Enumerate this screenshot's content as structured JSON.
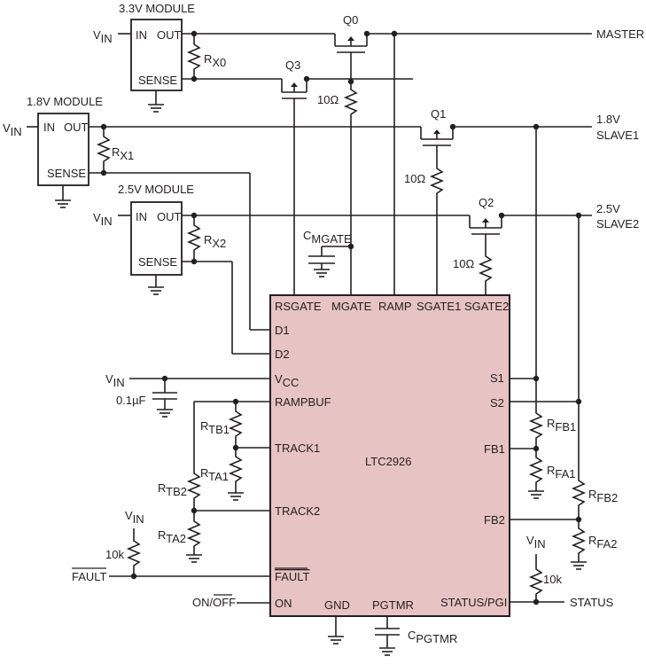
{
  "modules": {
    "m33": {
      "title": "3.3V MODULE",
      "in": "IN",
      "out": "OUT",
      "sense": "SENSE",
      "vin": "V",
      "vin_sub": "IN",
      "r": "R",
      "r_sub": "X0"
    },
    "m18": {
      "title": "1.8V MODULE",
      "in": "IN",
      "out": "OUT",
      "sense": "SENSE",
      "vin": "V",
      "vin_sub": "IN",
      "r": "R",
      "r_sub": "X1"
    },
    "m25": {
      "title": "2.5V MODULE",
      "in": "IN",
      "out": "OUT",
      "sense": "SENSE",
      "vin": "V",
      "vin_sub": "IN",
      "r": "R",
      "r_sub": "X2"
    }
  },
  "transistors": {
    "q0": "Q0",
    "q1": "Q1",
    "q2": "Q2",
    "q3": "Q3"
  },
  "gate_resistors": {
    "r0": "10Ω",
    "r1": "10Ω",
    "r2": "10Ω"
  },
  "rails": {
    "master": "MASTER",
    "slave1_v": "1.8V",
    "slave1": "SLAVE1",
    "slave2_v": "2.5V",
    "slave2": "SLAVE2"
  },
  "cmgate": {
    "c": "C",
    "sub": "MGATE"
  },
  "chip": {
    "name": "LTC2926",
    "top_pins": [
      "RSGATE",
      "MGATE",
      "RAMP",
      "SGATE1",
      "SGATE2"
    ],
    "left_pins": {
      "d1": "D1",
      "d2": "D2",
      "vcc": "V",
      "vcc_sub": "CC",
      "rampbuf": "RAMPBUF",
      "track1": "TRACK1",
      "track2": "TRACK2",
      "fault": "FAULT",
      "on": "ON"
    },
    "right_pins": {
      "s1": "S1",
      "s2": "S2",
      "fb1": "FB1",
      "fb2": "FB2",
      "status": "STATUS/PGI"
    },
    "bottom_pins": {
      "gnd": "GND",
      "pgtmr": "PGTMR"
    }
  },
  "left_side": {
    "vin": "V",
    "vin_sub": "IN",
    "cap": "0.1µF",
    "rtb1": "R",
    "rtb1_sub": "TB1",
    "rta1": "R",
    "rta1_sub": "TA1",
    "rtb2": "R",
    "rtb2_sub": "TB2",
    "rta2": "R",
    "rta2_sub": "TA2",
    "pullup_vin": "V",
    "pullup_vin_sub": "IN",
    "pullup": "10k",
    "fault_label": "FAULT",
    "onoff_on": "ON/",
    "onoff_off": "OFF"
  },
  "right_side": {
    "rfb1": "R",
    "rfb1_sub": "FB1",
    "rfa1": "R",
    "rfa1_sub": "FA1",
    "rfb2": "R",
    "rfb2_sub": "FB2",
    "rfa2": "R",
    "rfa2_sub": "FA2",
    "pullup_vin": "V",
    "pullup_vin_sub": "IN",
    "pullup": "10k",
    "status": "STATUS"
  },
  "cpgtmr": {
    "c": "C",
    "sub": "PGTMR"
  }
}
